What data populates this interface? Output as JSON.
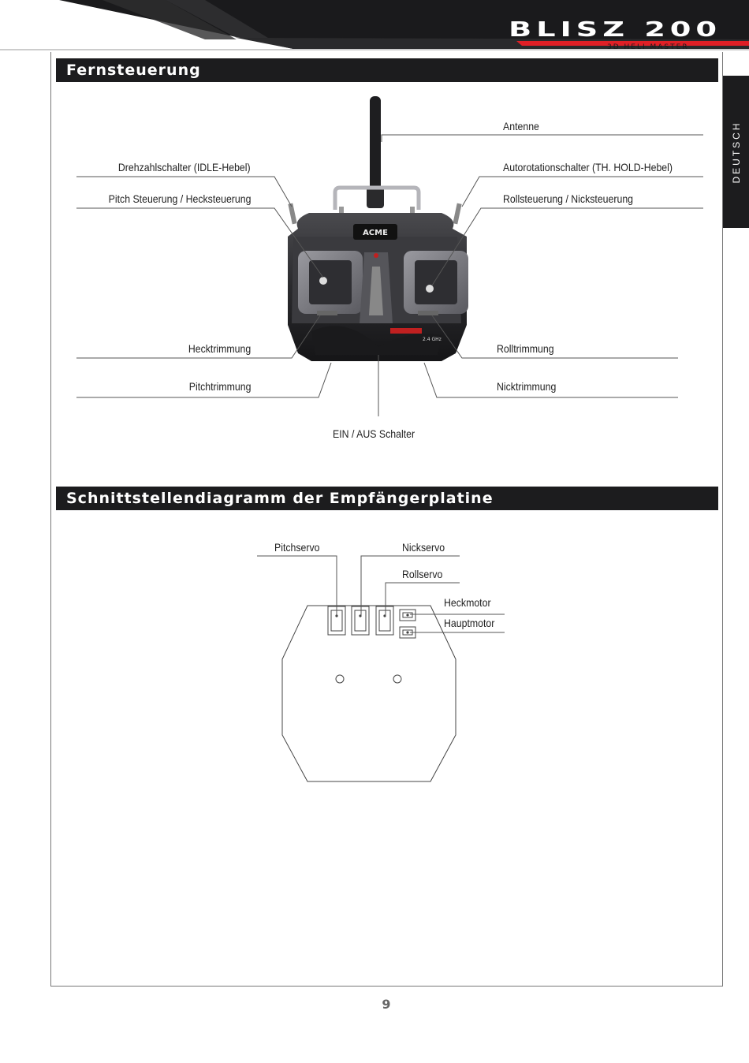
{
  "header": {
    "logo_text": "BLISZ 200",
    "logo_subtitle": "3D HELI MASTER"
  },
  "side_tab": {
    "label": "DEUTSCH"
  },
  "section1": {
    "title": "Fernsteuerung",
    "transmitter": {
      "brand": "ACME",
      "band": "2.4 GHz"
    },
    "labels": {
      "antenne": "Antenne",
      "drehzahl": "Drehzahlschalter (IDLE-Hebel)",
      "autorotation": "Autorotationschalter (TH. HOLD-Hebel)",
      "pitch_heck": "Pitch Steuerung / Hecksteuerung",
      "roll_nick": "Rollsteuerung / Nicksteuerung",
      "hecktrimmung": "Hecktrimmung",
      "rolltrimmung": "Rolltrimmung",
      "pitchtrimmung": "Pitchtrimmung",
      "nicktrimmung": "Nicktrimmung",
      "ein_aus": "EIN / AUS Schalter"
    }
  },
  "section2": {
    "title": "Schnittstellendiagramm der Empfängerplatine",
    "labels": {
      "pitchservo": "Pitchservo",
      "nickservo": "Nickservo",
      "rollservo": "Rollservo",
      "heckmotor": "Heckmotor",
      "hauptmotor": "Hauptmotor"
    }
  },
  "footer": {
    "page_number": "9"
  },
  "colors": {
    "dark": "#1c1c1e",
    "accent_red": "#e01f26",
    "line": "#555555"
  }
}
